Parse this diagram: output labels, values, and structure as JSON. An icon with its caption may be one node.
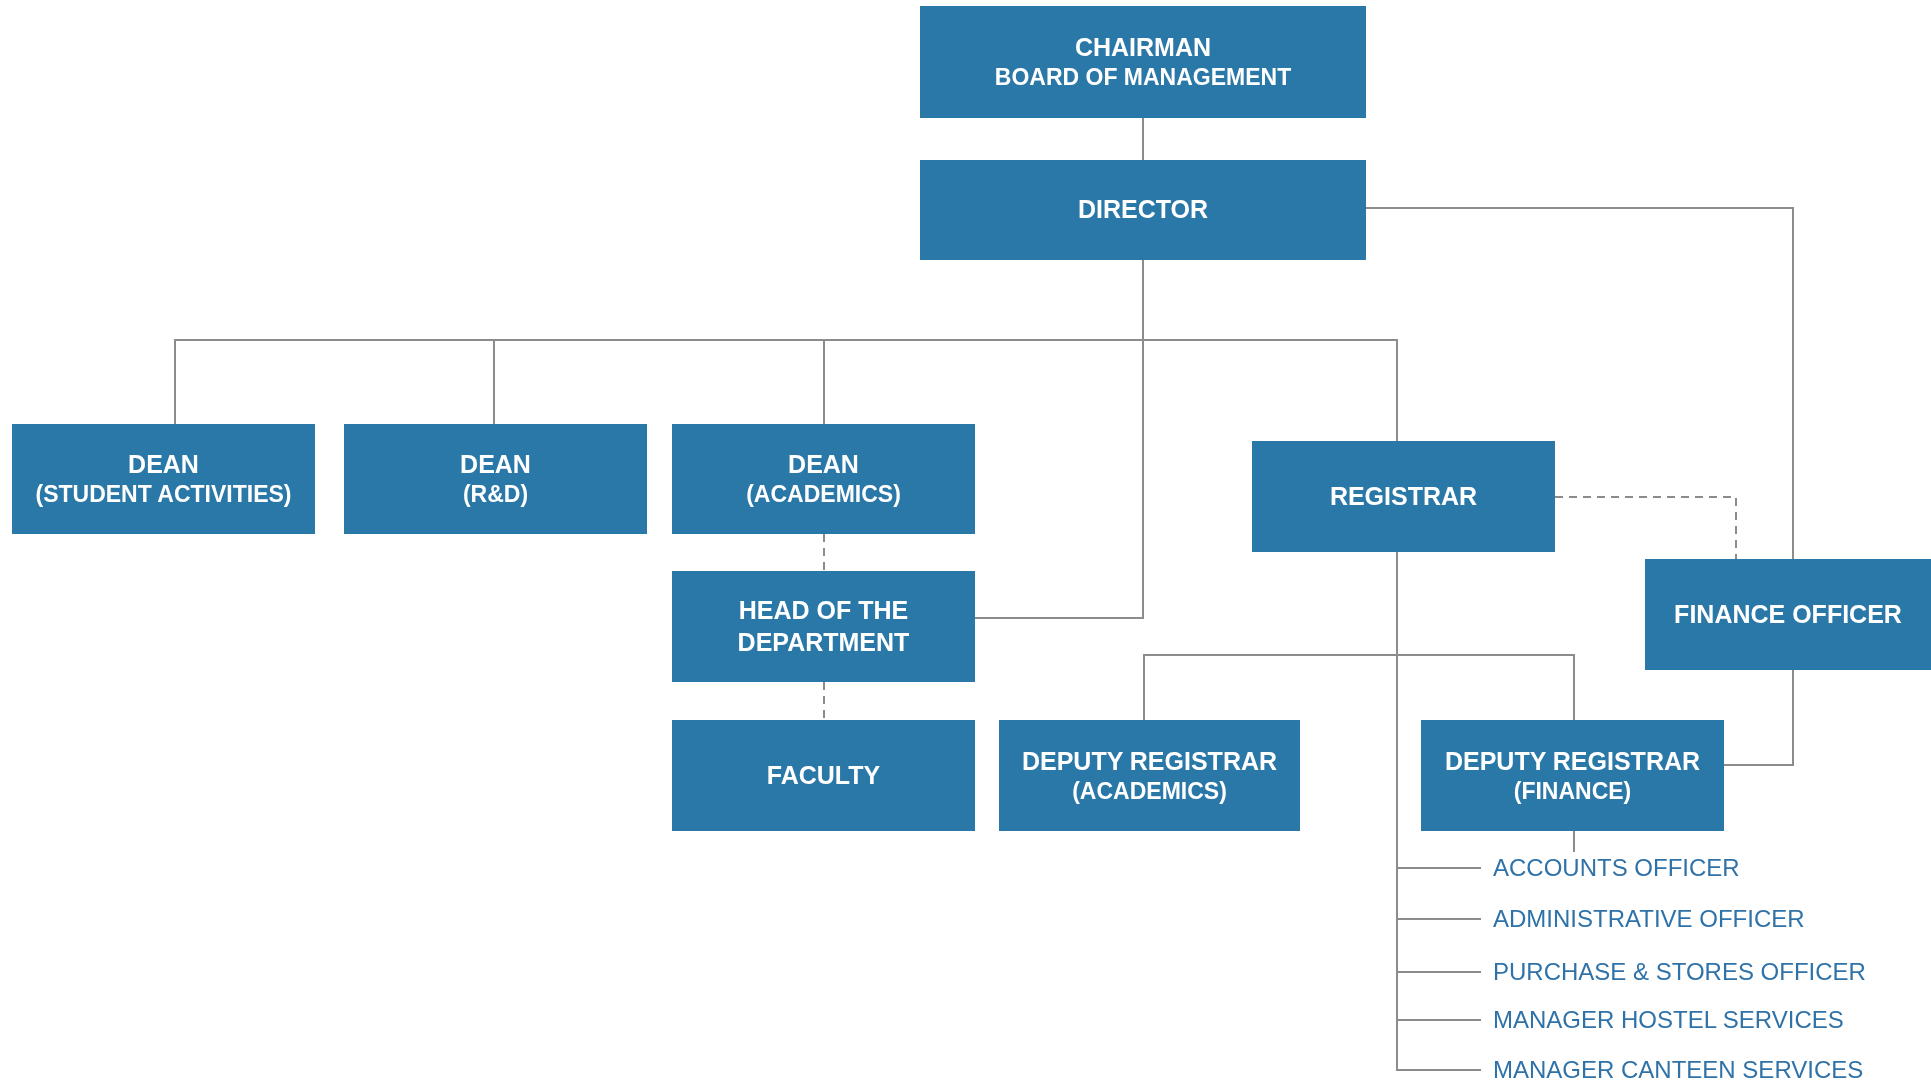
{
  "diagram": {
    "nodes": [
      {
        "text": [
          "CHAIRMAN",
          "BOARD OF MANAGEMENT"
        ]
      },
      {
        "text": [
          "DIRECTOR"
        ]
      },
      {
        "text": [
          "DEAN",
          "(STUDENT ACTIVITIES)"
        ]
      },
      {
        "text": [
          "DEAN",
          "(R&D)"
        ]
      },
      {
        "text": [
          "DEAN",
          "(ACADEMICS)"
        ]
      },
      {
        "text": [
          "HEAD OF THE DEPARTMENT"
        ]
      },
      {
        "text": [
          "FACULTY"
        ]
      },
      {
        "text": [
          "REGISTRAR"
        ]
      },
      {
        "text": [
          "FINANCE OFFICER"
        ]
      },
      {
        "text": [
          "DEPUTY REGISTRAR",
          "(ACADEMICS)"
        ]
      },
      {
        "text": [
          "DEPUTY REGISTRAR",
          "(FINANCE)"
        ]
      },
      {
        "text": [
          "ACCOUNTS OFFICER"
        ]
      },
      {
        "text": [
          "ADMINISTRATIVE OFFICER"
        ]
      },
      {
        "text": [
          "PURCHASE & STORES OFFICER"
        ]
      },
      {
        "text": [
          "MANAGER HOSTEL SERVICES"
        ]
      },
      {
        "text": [
          "MANAGER CANTEEN SERVICES"
        ]
      }
    ],
    "edges": [
      {
        "from": 0,
        "to": 1,
        "arrow": "none"
      },
      {
        "from": 1,
        "to": 2,
        "arrow": "none"
      },
      {
        "from": 1,
        "to": 3,
        "arrow": "none"
      },
      {
        "from": 1,
        "to": 4,
        "arrow": "none"
      },
      {
        "from": 1,
        "to": 7,
        "arrow": "none"
      },
      {
        "from": 1,
        "to": 5,
        "arrow": "none"
      },
      {
        "from": 1,
        "to": 8,
        "arrow": "none"
      },
      {
        "from": 4,
        "to": 5,
        "arrow": "none",
        "style": "dashed"
      },
      {
        "from": 5,
        "to": 6,
        "arrow": "none",
        "style": "dashed"
      },
      {
        "from": 7,
        "to": 8,
        "arrow": "none",
        "style": "dashed"
      },
      {
        "from": 8,
        "to": 10,
        "arrow": "none"
      },
      {
        "from": 7,
        "to": 9,
        "arrow": "none"
      },
      {
        "from": 7,
        "to": 10,
        "arrow": "none"
      },
      {
        "from": 7,
        "to": 11,
        "arrow": "none"
      },
      {
        "from": 7,
        "to": 12,
        "arrow": "none"
      },
      {
        "from": 7,
        "to": 13,
        "arrow": "none"
      },
      {
        "from": 7,
        "to": 14,
        "arrow": "none"
      },
      {
        "from": 7,
        "to": 15,
        "arrow": "none"
      },
      {
        "from": 10,
        "to": 11,
        "arrow": "none"
      }
    ]
  }
}
